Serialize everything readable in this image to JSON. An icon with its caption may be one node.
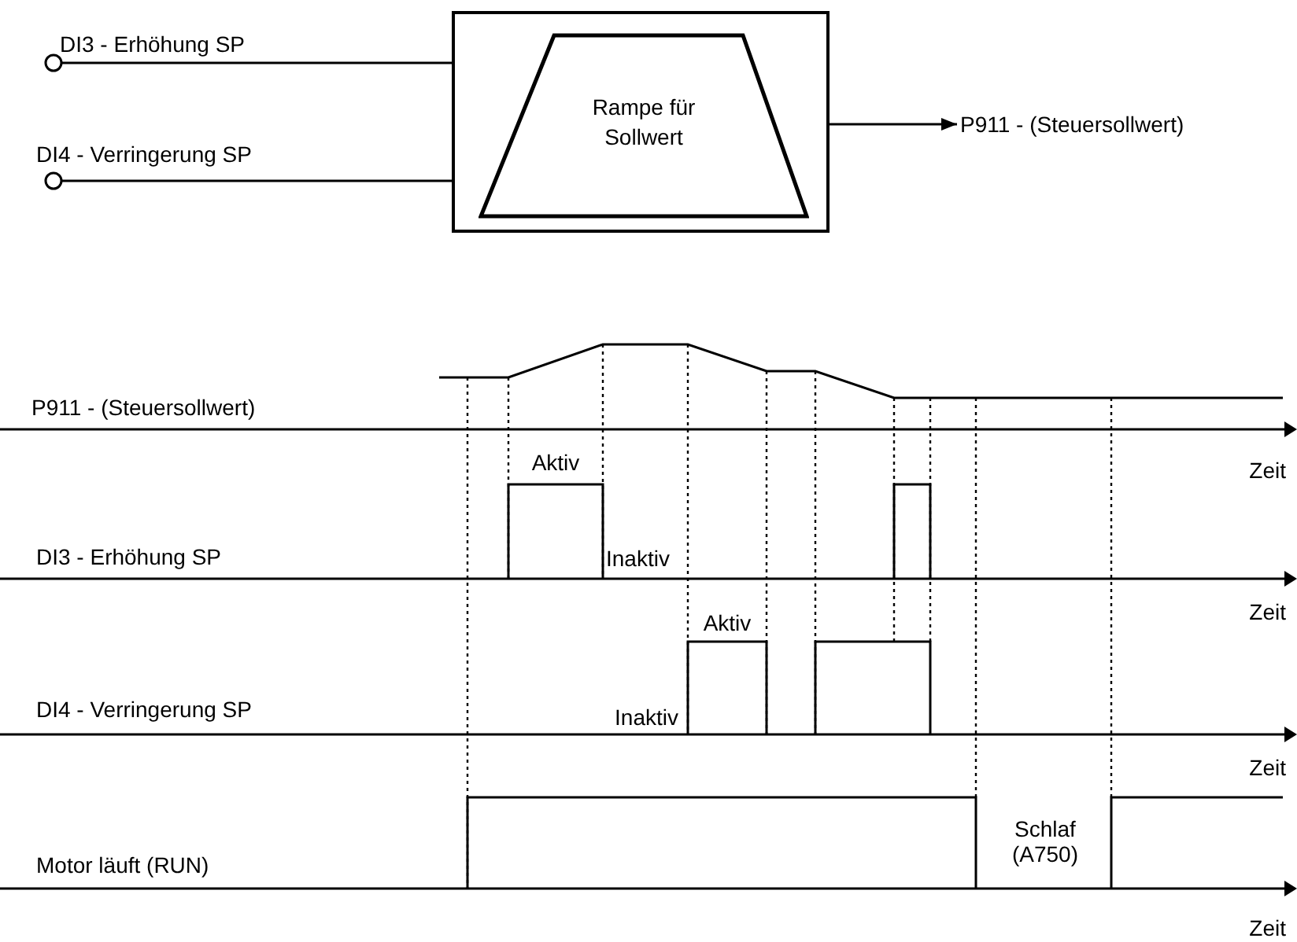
{
  "diagram": {
    "nodes": [
      {
        "text": [
          "DI3 - Erhöhung SP"
        ]
      },
      {
        "text": [
          "DI4 - Verringerung SP"
        ]
      },
      {
        "text": [],
        "shape": "box"
      },
      {
        "text": [
          "Rampe für Sollwert"
        ],
        "in": 2
      },
      {
        "text": [
          "P911 - (Steuersollwert)"
        ]
      }
    ],
    "edges": [
      {
        "from": 0,
        "to": 2,
        "arrow": "other"
      },
      {
        "from": 1,
        "to": 2,
        "arrow": "other"
      },
      {
        "from": 2,
        "to": 4,
        "arrow": "to"
      }
    ],
    "labels": [
      "P911 - (Steuersollwert)",
      "Zeit",
      "Aktiv",
      "DI3 - Erhöhung SP",
      "Inaktiv",
      "Zeit",
      "Aktiv",
      "DI4 - Verringerung SP",
      "Inaktiv",
      "Zeit",
      "Schlaf (A750)",
      "Motor läuft (RUN)",
      "Zeit"
    ]
  }
}
